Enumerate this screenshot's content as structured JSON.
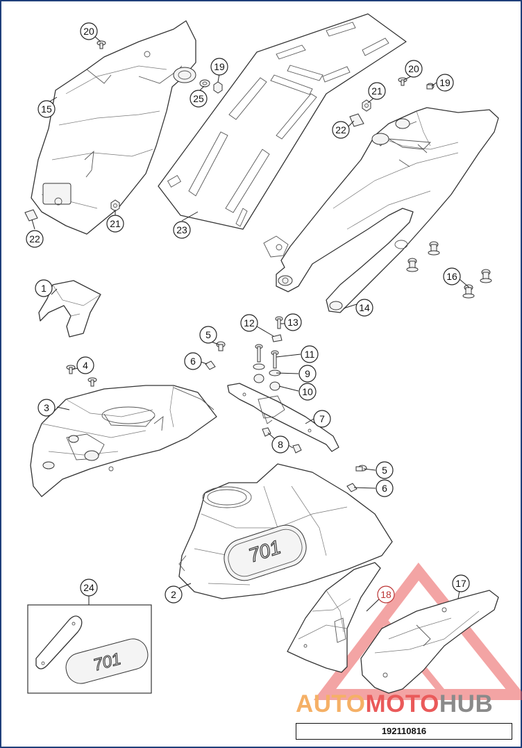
{
  "drawing": {
    "document_number": "192110816",
    "callouts": [
      {
        "id": "c1",
        "label": "1"
      },
      {
        "id": "c2",
        "label": "2"
      },
      {
        "id": "c3",
        "label": "3"
      },
      {
        "id": "c4",
        "label": "4"
      },
      {
        "id": "c5a",
        "label": "5"
      },
      {
        "id": "c5b",
        "label": "5"
      },
      {
        "id": "c6a",
        "label": "6"
      },
      {
        "id": "c6b",
        "label": "6"
      },
      {
        "id": "c7",
        "label": "7"
      },
      {
        "id": "c8",
        "label": "8"
      },
      {
        "id": "c9",
        "label": "9"
      },
      {
        "id": "c10",
        "label": "10"
      },
      {
        "id": "c11",
        "label": "11"
      },
      {
        "id": "c12",
        "label": "12"
      },
      {
        "id": "c13",
        "label": "13"
      },
      {
        "id": "c14",
        "label": "14"
      },
      {
        "id": "c15",
        "label": "15"
      },
      {
        "id": "c16",
        "label": "16"
      },
      {
        "id": "c17",
        "label": "17"
      },
      {
        "id": "c18",
        "label": "18"
      },
      {
        "id": "c19a",
        "label": "19"
      },
      {
        "id": "c19b",
        "label": "19"
      },
      {
        "id": "c20a",
        "label": "20"
      },
      {
        "id": "c20b",
        "label": "20"
      },
      {
        "id": "c21a",
        "label": "21"
      },
      {
        "id": "c21b",
        "label": "21"
      },
      {
        "id": "c22a",
        "label": "22"
      },
      {
        "id": "c22b",
        "label": "22"
      },
      {
        "id": "c23",
        "label": "23"
      },
      {
        "id": "c24",
        "label": "24"
      },
      {
        "id": "c25",
        "label": "25"
      }
    ],
    "badge_text": "701"
  },
  "watermark": {
    "part1": "AUTO",
    "part2": "MOTO",
    "part3": "HUB",
    "color_orange": "#f5b066",
    "color_red": "#ea5a5a",
    "color_gray": "#8a8a8a"
  },
  "colors": {
    "frame": "#1f3f7a",
    "line": "#333333"
  }
}
